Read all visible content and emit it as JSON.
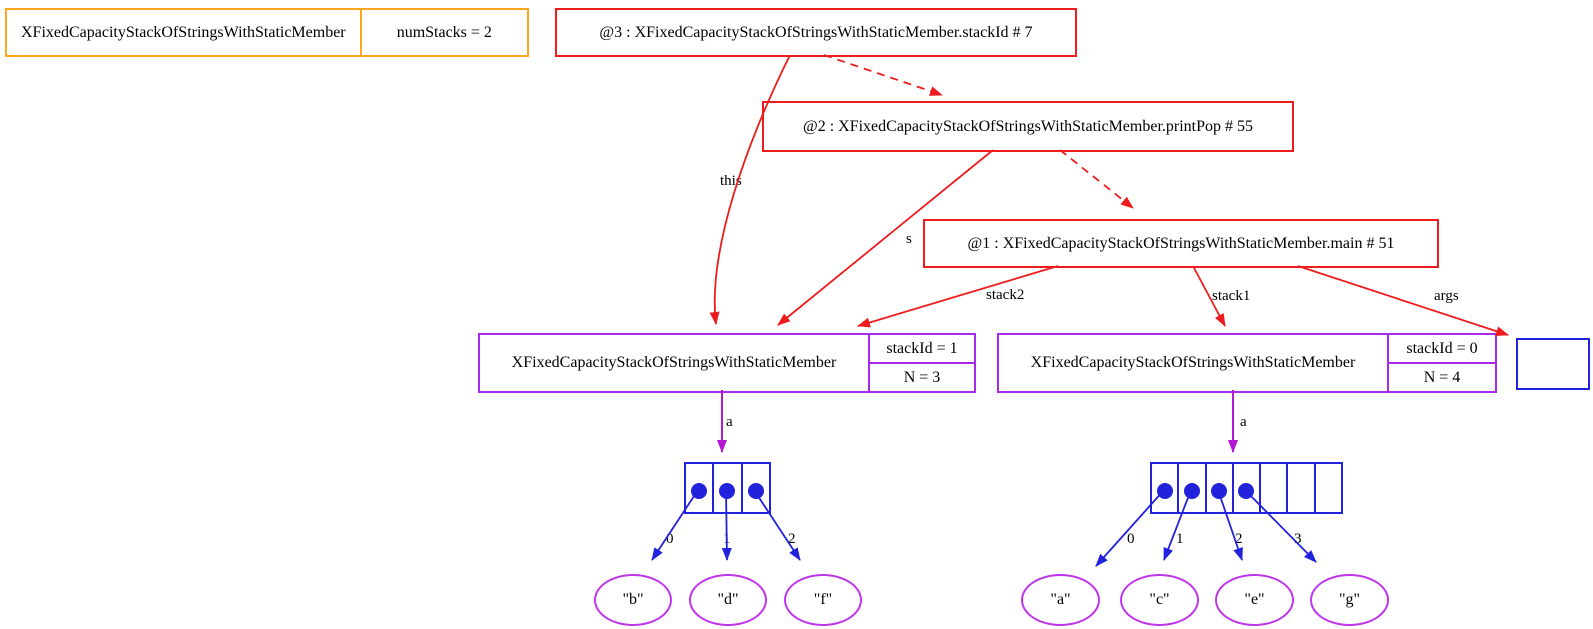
{
  "colors": {
    "orange": "#ffa51e",
    "red": "#ee1c1c",
    "purple_box": "#a928ec",
    "purple_arrow": "#b319d2",
    "ellipse": "#bf35ec",
    "blue": "#2222dd",
    "text": "#000000"
  },
  "static_box": {
    "class_name": "XFixedCapacityStackOfStringsWithStaticMember",
    "field": "numStacks = 2"
  },
  "frames": [
    {
      "label": "@3 : XFixedCapacityStackOfStringsWithStaticMember.stackId # 7"
    },
    {
      "label": "@2 : XFixedCapacityStackOfStringsWithStaticMember.printPop # 55"
    },
    {
      "label": "@1 : XFixedCapacityStackOfStringsWithStaticMember.main # 51"
    }
  ],
  "objects": [
    {
      "class_name": "XFixedCapacityStackOfStringsWithStaticMember",
      "field1": "stackId = 1",
      "field2": "N = 3"
    },
    {
      "class_name": "XFixedCapacityStackOfStringsWithStaticMember",
      "field1": "stackId = 0",
      "field2": "N = 4"
    }
  ],
  "edge_labels": {
    "this_ref": "this",
    "s_param": "s",
    "stack2": "stack2",
    "stack1": "stack1",
    "args": "args",
    "array_ref_left": "a",
    "array_ref_right": "a"
  },
  "left_array": {
    "cell_count": 3,
    "occupied_count": 3,
    "index_labels": [
      "0",
      "1",
      "2"
    ],
    "elements": [
      "\"b\"",
      "\"d\"",
      "\"f\""
    ]
  },
  "right_array": {
    "cell_count": 7,
    "occupied_count": 4,
    "index_labels": [
      "0",
      "1",
      "2",
      "3"
    ],
    "elements": [
      "\"a\"",
      "\"c\"",
      "\"e\"",
      "\"g\""
    ]
  }
}
